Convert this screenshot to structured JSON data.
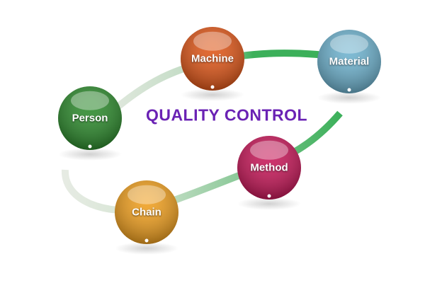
{
  "title": "QUALITY CONTROL",
  "nodes": [
    {
      "label": "Person",
      "color": "#2e8b2e"
    },
    {
      "label": "Machine",
      "color": "#e0581a"
    },
    {
      "label": "Material",
      "color": "#6fb3cf"
    },
    {
      "label": "Method",
      "color": "#c8195a"
    },
    {
      "label": "Chain",
      "color": "#f0a020"
    }
  ],
  "colors": {
    "title": "#6a22b4",
    "path_light": "#dfe8dc",
    "path_dark": "#3cb05a"
  }
}
